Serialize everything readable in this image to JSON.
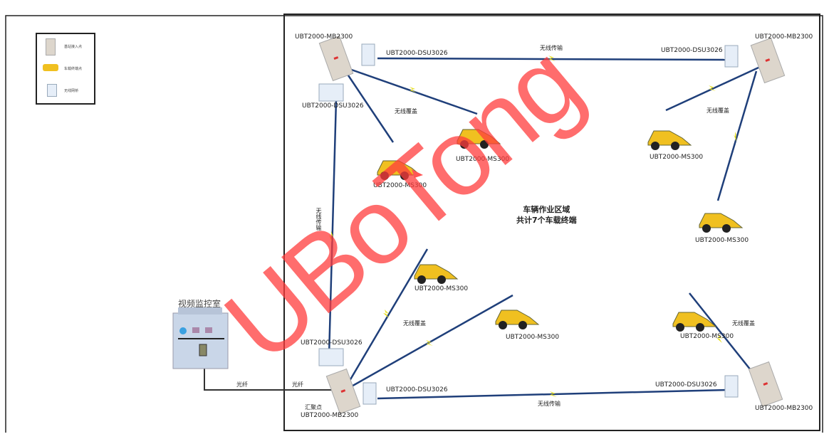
{
  "legend": {
    "items": [
      {
        "label": "基站接入点",
        "icon": "base-station-icon"
      },
      {
        "label": "车载终端点",
        "icon": "vehicle-icon"
      },
      {
        "label": "无线网桥",
        "icon": "bridge-icon"
      }
    ]
  },
  "labels": {
    "mb_tl": "UBT2000-MB2300",
    "dsu_tl": "UBT2000-DSU3026",
    "dsu_tl2": "UBT2000-DSU3026",
    "mb_tr": "UBT2000-MB2300",
    "dsu_tr": "UBT2000-DSU3026",
    "dsu_bl": "UBT2000-DSU3026",
    "dsu_bl2": "UBT2000-DSU3026",
    "mb_bl": "UBT2000-MB2300",
    "hub": "汇聚点",
    "dsu_br": "UBT2000-DSU3026",
    "mb_br": "UBT2000-MB2300",
    "ms": [
      "UBT2000-MS300",
      "UBT2000-MS300",
      "UBT2000-MS300",
      "UBT2000-MS300",
      "UBT2000-MS300",
      "UBT2000-MS300",
      "UBT2000-MS300"
    ],
    "wireless_tx_top": "无线传输",
    "wireless_tx_bottom": "无线传输",
    "wireless_tx_left": "无线传输",
    "cov1": "无线覆盖",
    "cov2": "无线覆盖",
    "cov3": "无线覆盖",
    "cov4": "无线覆盖",
    "fiber1": "光纤",
    "fiber2": "光纤",
    "room": "视频监控室",
    "area_title": "车辆作业区域",
    "area_count": "共计7个车载终端"
  },
  "watermark": "UBoTong",
  "colors": {
    "link": "#1f3f7a",
    "bolt": "#e8e020",
    "watermark": "#ff3c3c"
  }
}
